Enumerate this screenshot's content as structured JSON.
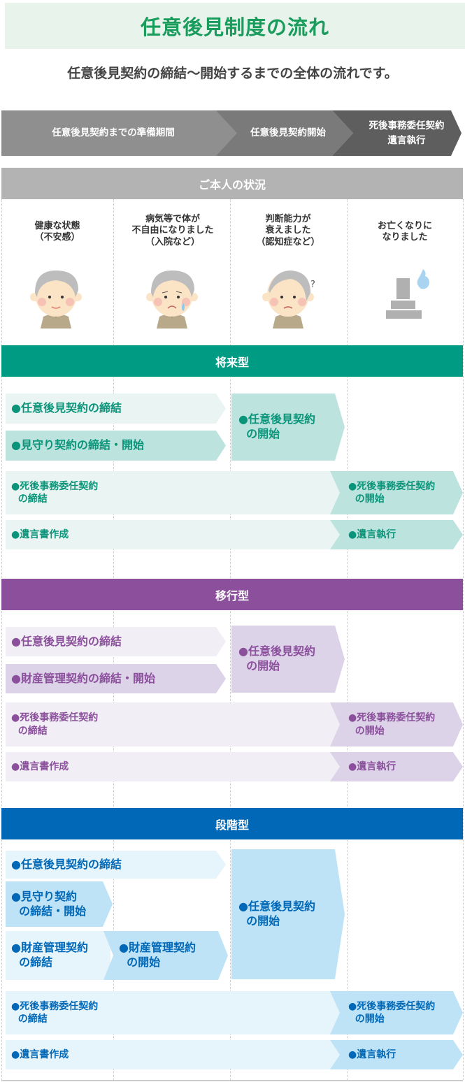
{
  "header": {
    "title": "任意後見制度の流れ",
    "subtitle": "任意後見契約の締結～開始するまでの全体の流れです。"
  },
  "phases": [
    {
      "label": "任意後見契約までの準備期間"
    },
    {
      "label": "任意後見契約開始"
    },
    {
      "label": "死後事務委任契約\n遺言執行"
    }
  ],
  "status": {
    "heading": "ご本人の状況",
    "items": [
      {
        "label": "健康な状態\n（不安感）",
        "icon": "elderly-smiling-icon"
      },
      {
        "label": "病気等で体が\n不自由になりました\n（入院など）",
        "icon": "elderly-crying-icon"
      },
      {
        "label": "判断能力が\n衰えました\n（認知症など）",
        "icon": "elderly-confused-icon"
      },
      {
        "label": "お亡くなりに\nなりました",
        "icon": "grave-spirit-icon"
      }
    ]
  },
  "colors": {
    "title_green": "#1a9c5c",
    "status_gray": "#b3b3b3",
    "shorai_teal": "#009b83",
    "ikou_purple": "#8b4f9c",
    "dankai_blue": "#0068b7"
  },
  "sections": {
    "shorai": {
      "heading": "将来型",
      "items": {
        "a": "●任意後見契約の締結",
        "b": "●見守り契約の締結・開始",
        "c": "●任意後見契約\n  の開始",
        "d": "●死後事務委任契約\n  の締結",
        "e": "●死後事務委任契約\n  の開始",
        "f": "●遺言書作成",
        "g": "●遺言執行"
      }
    },
    "ikou": {
      "heading": "移行型",
      "items": {
        "a": "●任意後見契約の締結",
        "b": "●財産管理契約の締結・開始",
        "c": "●任意後見契約\n  の開始",
        "d": "●死後事務委任契約\n  の締結",
        "e": "●死後事務委任契約\n  の開始",
        "f": "●遺言書作成",
        "g": "●遺言執行"
      }
    },
    "dankai": {
      "heading": "段階型",
      "items": {
        "a": "●任意後見契約の締結",
        "b": "●見守り契約\n  の締結・開始",
        "c1": "●財産管理契約\n  の締結",
        "c2": "●財産管理契約\n  の開始",
        "d": "●任意後見契約\n  の開始",
        "e": "●死後事務委任契約\n  の締結",
        "f": "●死後事務委任契約\n  の開始",
        "g": "●遺言書作成",
        "h": "●遺言執行"
      }
    }
  }
}
